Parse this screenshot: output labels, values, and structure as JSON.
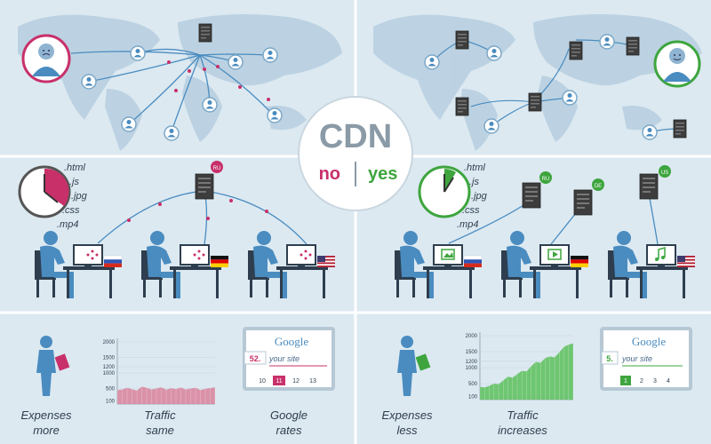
{
  "center": {
    "title": "CDN",
    "no": "no",
    "yes": "yes"
  },
  "file_types": [
    ".html",
    ".js",
    ".jpg",
    ".css",
    ".mp4"
  ],
  "flags": [
    "RU",
    "DE",
    "US"
  ],
  "server_badges": {
    "left": "RU",
    "right": [
      "RU",
      "DE",
      "US"
    ]
  },
  "left_bottom": {
    "expenses_line1": "Expenses",
    "expenses_line2": "more",
    "traffic_line1": "Traffic",
    "traffic_line2": "same",
    "google_line1": "Google",
    "google_line2": "rates"
  },
  "right_bottom": {
    "expenses_line1": "Expenses",
    "expenses_line2": "less",
    "traffic_line1": "Traffic",
    "traffic_line2": "increases"
  },
  "google_widget_left": {
    "logo": "Google",
    "rank": "52.",
    "query": "your site",
    "pages": [
      "10",
      "11",
      "12",
      "13"
    ],
    "active": "11"
  },
  "google_widget_right": {
    "logo": "Google",
    "rank": "5.",
    "query": "your site",
    "pages": [
      "1",
      "2",
      "3",
      "4"
    ],
    "active": "1"
  },
  "chart_data": [
    {
      "type": "area",
      "y_ticks": [
        2000,
        1500,
        1200,
        1000,
        500,
        100
      ],
      "ylim": [
        0,
        2000
      ],
      "x": [
        0,
        1,
        2,
        3,
        4,
        5,
        6,
        7,
        8,
        9,
        10,
        11,
        12,
        13,
        14,
        15,
        16,
        17,
        18,
        19,
        20
      ],
      "values": [
        450,
        470,
        520,
        480,
        430,
        560,
        520,
        470,
        500,
        540,
        460,
        510,
        480,
        530,
        470,
        500,
        520,
        450,
        490,
        510,
        540
      ],
      "color": "#d9829c"
    },
    {
      "type": "area",
      "y_ticks": [
        2000,
        1500,
        1200,
        1000,
        500,
        100
      ],
      "ylim": [
        0,
        2000
      ],
      "x": [
        0,
        1,
        2,
        3,
        4,
        5,
        6,
        7,
        8,
        9,
        10,
        11,
        12,
        13,
        14,
        15,
        16,
        17,
        18,
        19,
        20
      ],
      "values": [
        400,
        380,
        430,
        500,
        480,
        600,
        720,
        690,
        800,
        900,
        880,
        1050,
        1180,
        1150,
        1300,
        1350,
        1320,
        1480,
        1650,
        1720,
        1760
      ],
      "color": "#5cbf5c"
    }
  ],
  "colors": {
    "accent_red": "#c8306a",
    "accent_green": "#3ea53e",
    "figure": "#4a8cc0",
    "background": "#dce9f1"
  }
}
